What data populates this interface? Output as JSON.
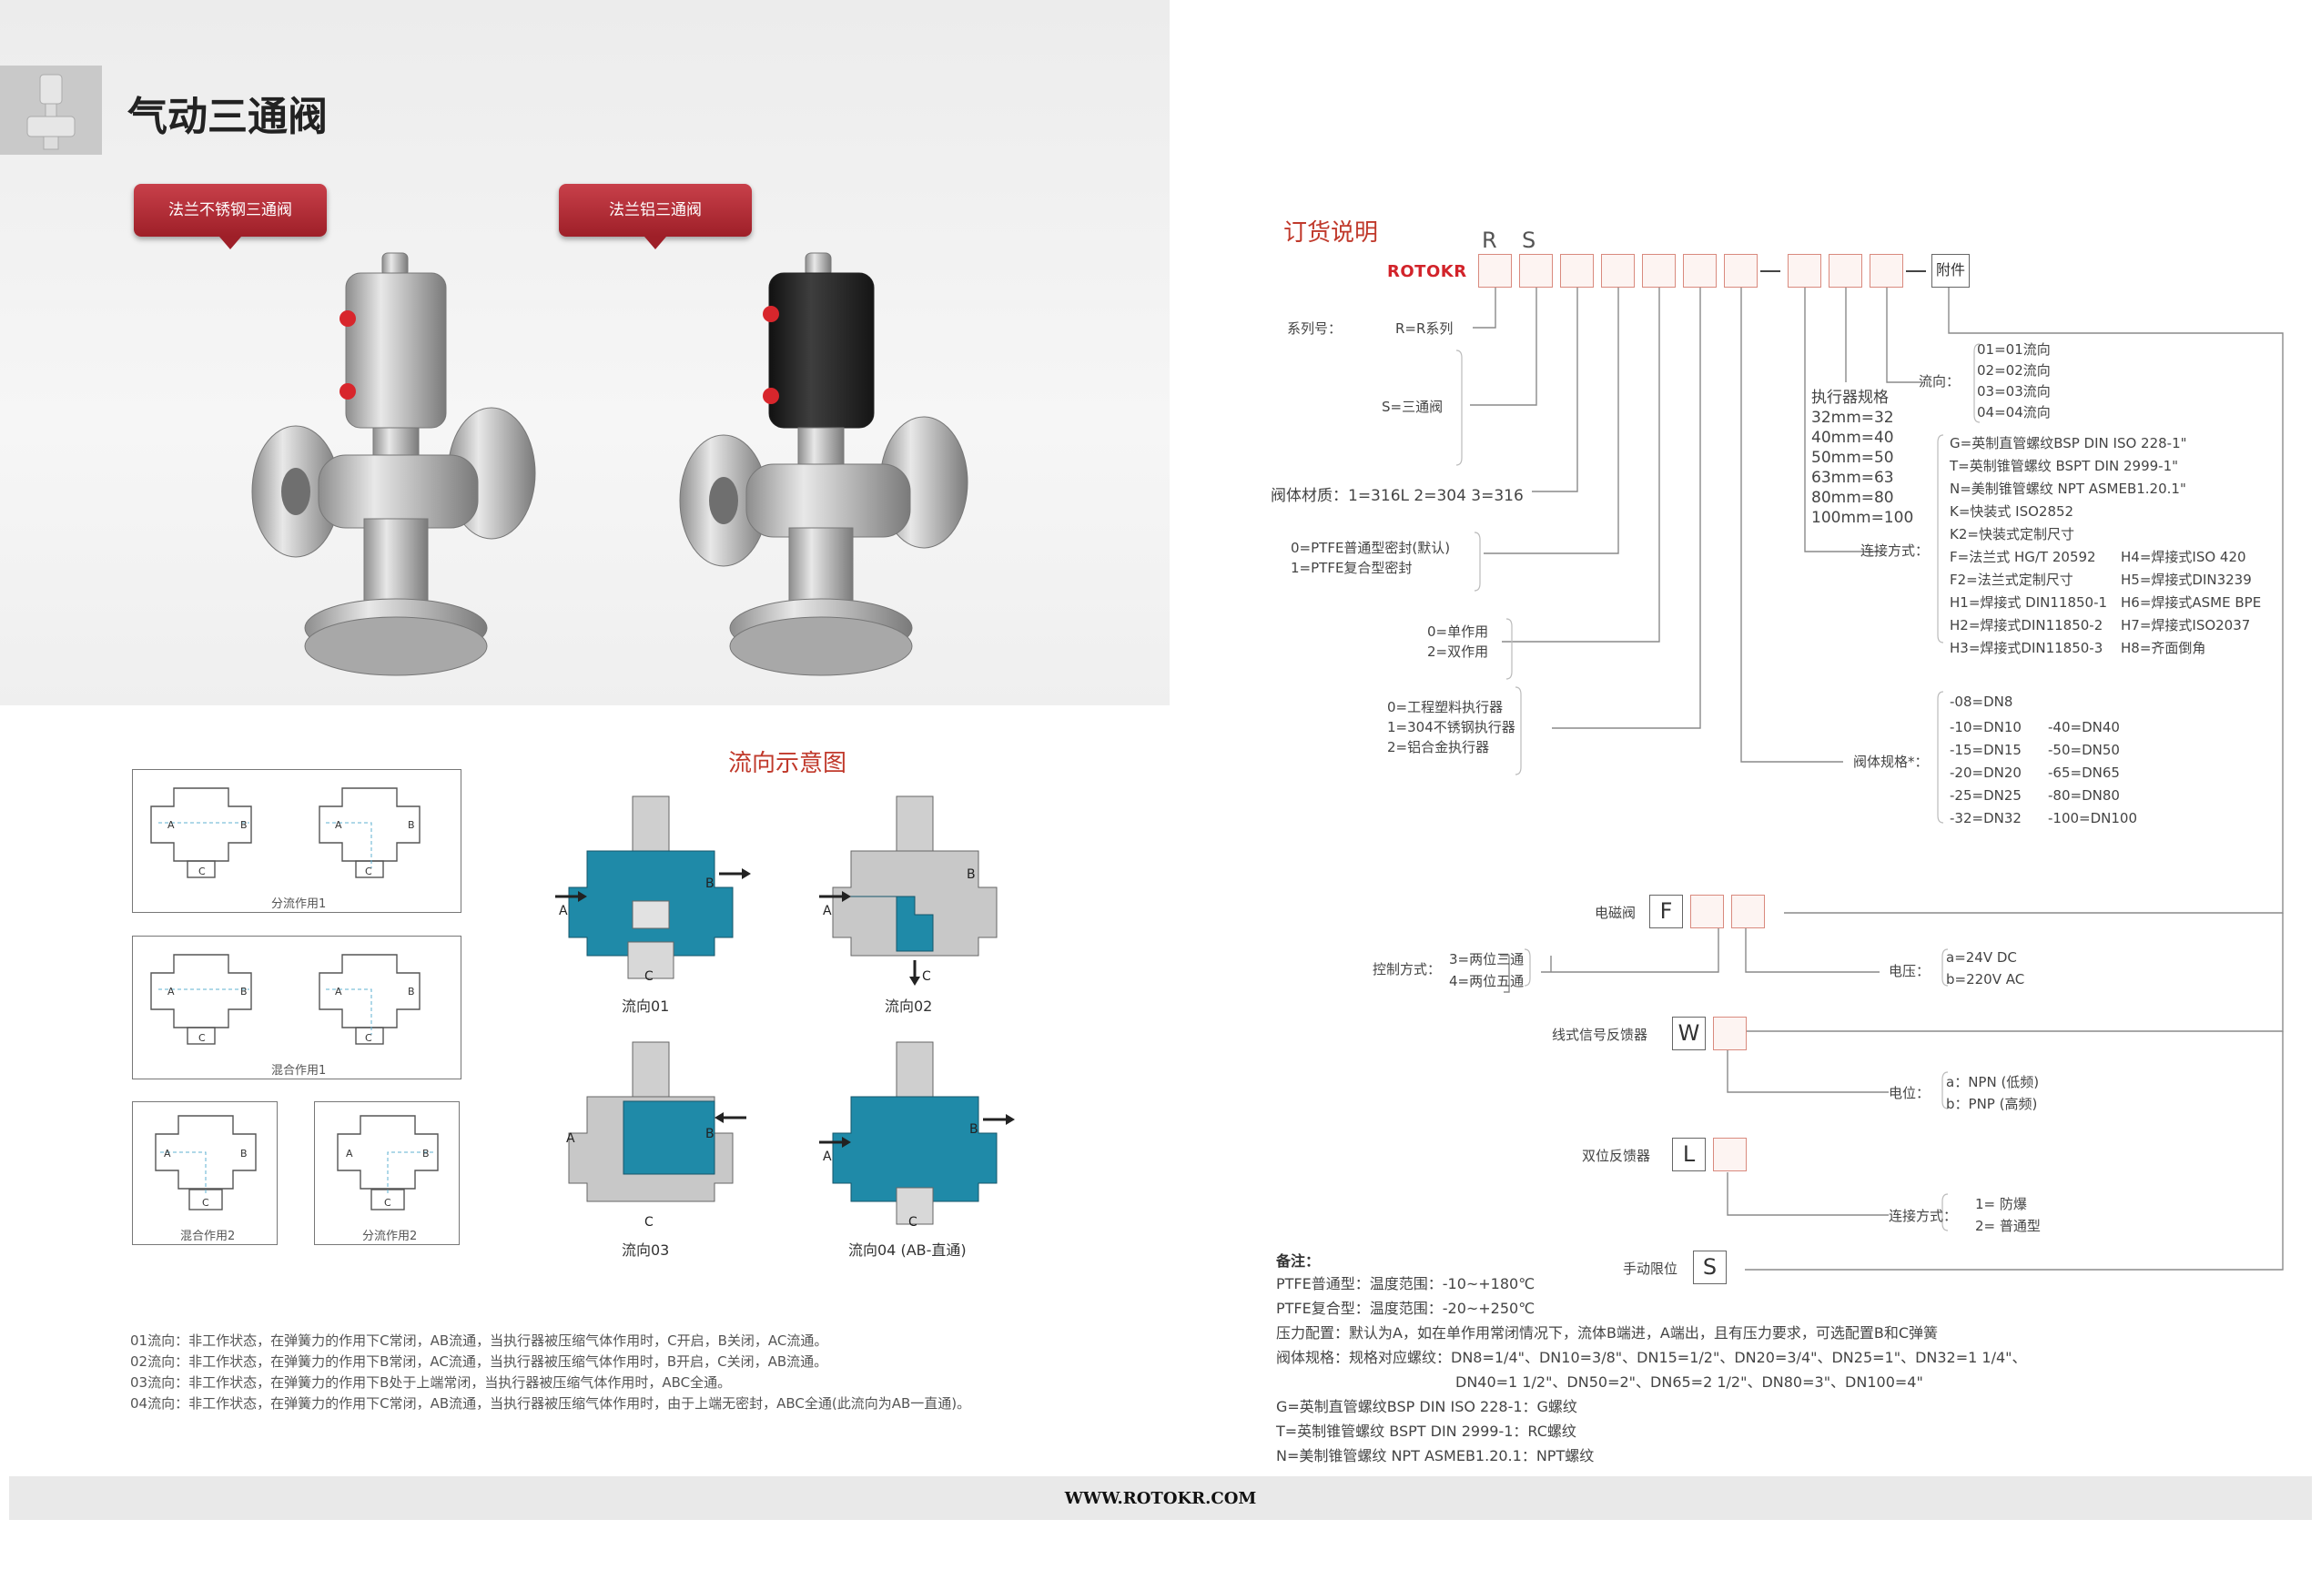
{
  "header": {
    "title": "气动三通阀"
  },
  "products": [
    {
      "label": "法兰不锈钢三通阀"
    },
    {
      "label": "法兰铝三通阀"
    }
  ],
  "flow_section": {
    "title": "流向示意图",
    "diagrams": [
      "分流作用1",
      "混合作用1",
      "混合作用2",
      "分流作用2"
    ],
    "port_letters": {
      "a": "A",
      "b": "B",
      "c": "C"
    },
    "captions": [
      "流向01",
      "流向02",
      "流向03",
      "流向04 (AB-直通)"
    ]
  },
  "flow_notes": [
    "01流向：非工作状态，在弹簧力的作用下C常闭，AB流通，当执行器被压缩气体作用时，C开启，B关闭，AC流通。",
    "02流向：非工作状态，在弹簧力的作用下B常闭，AC流通，当执行器被压缩气体作用时，B开启，C关闭，AB流通。",
    "03流向：非工作状态，在弹簧力的作用下B处于上端常闭，当执行器被压缩气体作用时，ABC全通。",
    "04流向：非工作状态，在弹簧力的作用下C常闭，AB流通，当执行器被压缩气体作用时，由于上端无密封，ABC全通(此流向为AB一直通)。"
  ],
  "order": {
    "title": "订货说明",
    "brand": "ROTOKR",
    "prefix_letters": [
      "R",
      "S"
    ],
    "accessory_label": "附件",
    "series": {
      "label": "系列号：",
      "value": "R=R系列"
    },
    "three_way": "S=三通阀",
    "body_material": "阀体材质：1=316L  2=304  3=316",
    "seal": [
      "0=PTFE普通型密封(默认)",
      "1=PTFE复合型密封"
    ],
    "action": [
      "0=单作用",
      "2=双作用"
    ],
    "actuator_material": [
      "0=工程塑料执行器",
      "1=304不锈钢执行器",
      "2=铝合金执行器"
    ],
    "actuator_size": {
      "title": "执行器规格",
      "items": [
        "32mm=32",
        "40mm=40",
        "50mm=50",
        "63mm=63",
        "80mm=80",
        "100mm=100"
      ]
    },
    "flow_dir": {
      "label": "流向：",
      "items": [
        "01=01流向",
        "02=02流向",
        "03=03流向",
        "04=04流向"
      ]
    },
    "connection": {
      "label": "连接方式：",
      "items_full": [
        "G=英制直管螺纹BSP DIN ISO 228-1\"",
        "T=英制锥管螺纹 BSPT DIN 2999-1\"",
        "N=美制锥管螺纹 NPT ASMEB1.20.1\"",
        "K=快装式 ISO2852",
        "K2=快装式定制尺寸"
      ],
      "items_left": [
        "F=法兰式 HG/T 20592",
        "F2=法兰式定制尺寸",
        "H1=焊接式 DIN11850-1",
        "H2=焊接式DIN11850-2",
        "H3=焊接式DIN11850-3"
      ],
      "items_right": [
        "H4=焊接式ISO 420",
        "H5=焊接式DIN3239",
        "H6=焊接式ASME BPE",
        "H7=焊接式ISO2037",
        "H8=齐面倒角"
      ]
    },
    "body_size": {
      "label": "阀体规格*：",
      "first": "-08=DN8",
      "left": [
        "-10=DN10",
        "-15=DN15",
        "-20=DN20",
        "-25=DN25",
        "-32=DN32"
      ],
      "right": [
        "-40=DN40",
        "-50=DN50",
        "-65=DN65",
        "-80=DN80",
        "-100=DN100"
      ]
    },
    "solenoid": {
      "label": "电磁阀",
      "letter": "F",
      "control_label": "控制方式：",
      "control": [
        "3=两位三通",
        "4=两位五通"
      ],
      "voltage_label": "电压：",
      "voltage": [
        "a=24V DC",
        "b=220V AC"
      ]
    },
    "linear_feedback": {
      "label": "线式信号反馈器",
      "letter": "W",
      "potential_label": "电位：",
      "potential": [
        "a：NPN (低频)",
        "b：PNP (高频)"
      ]
    },
    "dual_feedback": {
      "label": "双位反馈器",
      "letter": "L",
      "conn_label": "连接方式：",
      "conn": [
        "1= 防爆",
        "2= 普通型"
      ]
    },
    "manual_limit": {
      "label": "手动限位",
      "letter": "S"
    },
    "notes_title": "备注：",
    "notes": [
      "PTFE普通型：温度范围：-10~+180℃",
      "PTFE复合型：温度范围：-20~+250℃",
      "压力配置：默认为A，如在单作用常闭情况下，流体B端进，A端出，且有压力要求，可选配置B和C弹簧",
      "阀体规格：规格对应螺纹：DN8=1/4\"、DN10=3/8\"、DN15=1/2\"、DN20=3/4\"、DN25=1\"、DN32=1 1/4\"、",
      "DN40=1 1/2\"、DN50=2\"、DN65=2 1/2\"、DN80=3\"、DN100=4\"",
      "G=英制直管螺纹BSP DIN ISO 228-1：G螺纹",
      "T=英制锥管螺纹 BSPT DIN 2999-1：RC螺纹",
      "N=美制锥管螺纹 NPT ASMEB1.20.1：NPT螺纹"
    ]
  },
  "footer": {
    "url": "WWW.ROTOKR.COM"
  },
  "colors": {
    "accent_red": "#c0392b",
    "ribbon_red": "#a8232c",
    "valve_blue": "#1f8aa8",
    "box_border": "#d98a7e"
  }
}
